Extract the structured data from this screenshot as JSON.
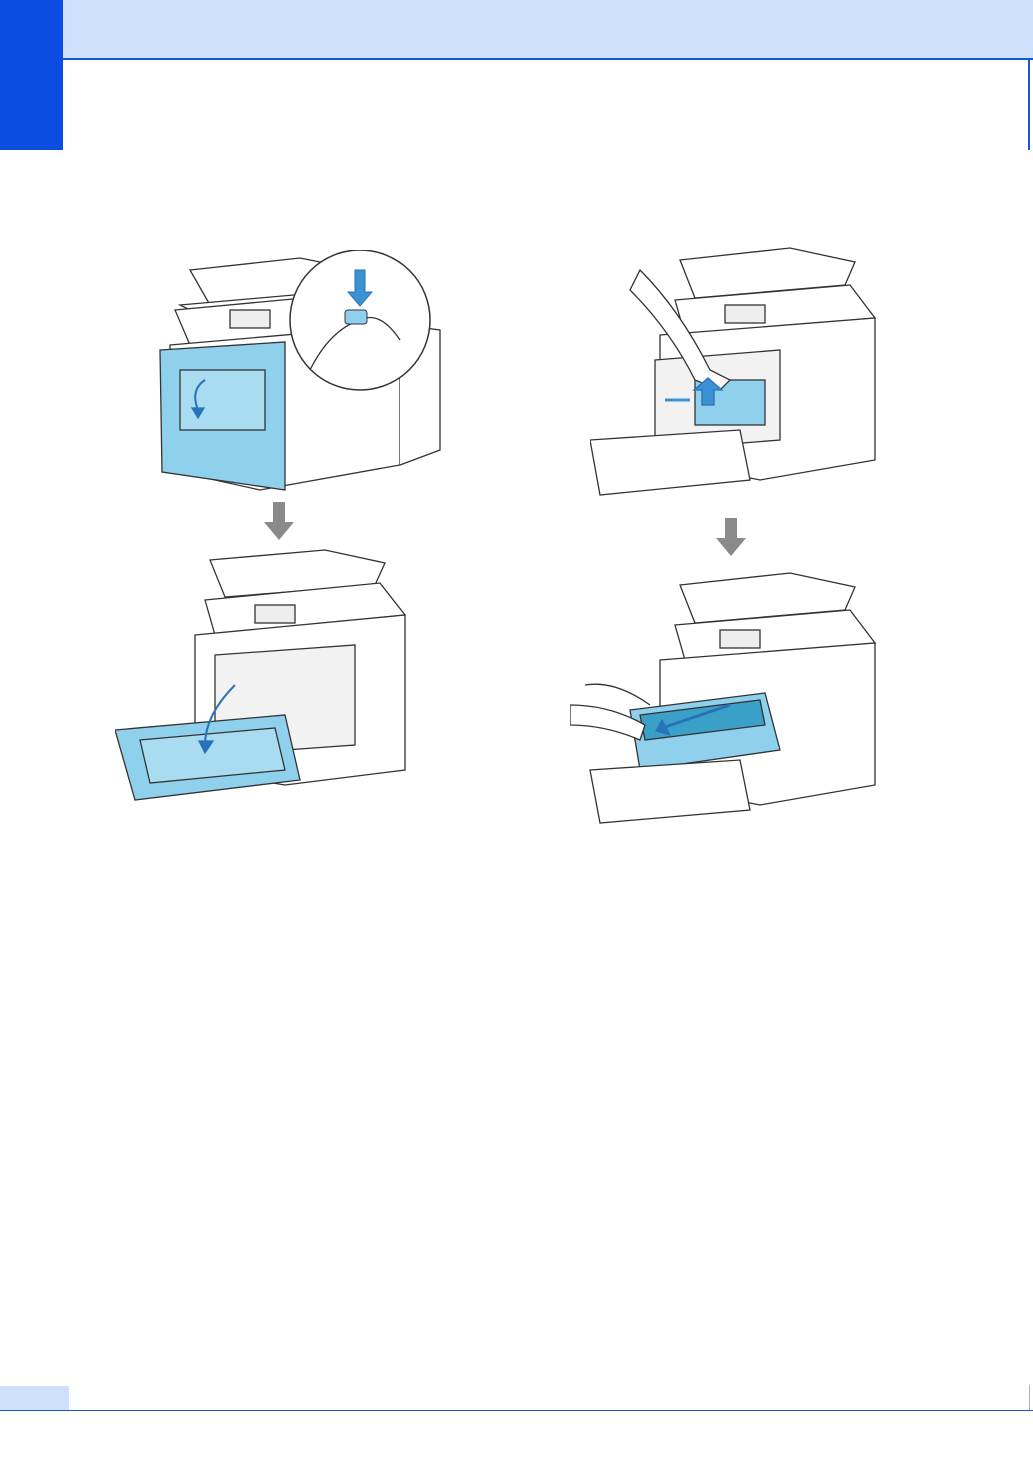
{
  "page": {
    "page_number": "",
    "colors": {
      "header_band": "#cfe0fb",
      "accent_blue": "#0b4de0",
      "rule_blue": "#1657d9",
      "part_highlight": "#8fd0ec",
      "arrow_gray": "#8a8a8a"
    }
  },
  "illustrations": [
    {
      "step": "press-release-button-open-front-cover"
    },
    {
      "step": "front-cover-swung-open"
    },
    {
      "step": "lift-green-lock-lever"
    },
    {
      "step": "pull-out-drum-unit"
    }
  ]
}
